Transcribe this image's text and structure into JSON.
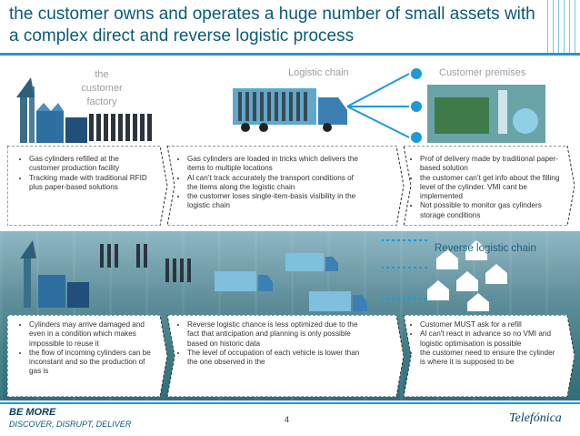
{
  "title": "the customer owns and operates a huge number of small assets with a complex direct and reverse logistic process",
  "top": {
    "factory_label": "the customer factory",
    "logistic_label": "Logistic chain",
    "premises_label": "Customer premises"
  },
  "reverse_label": "Reverse logistic chain",
  "top_bullets": {
    "col1": [
      "Gas cylinders refilled at the customer production facility",
      "Tracking made with traditional RFID plus paper-based solutions"
    ],
    "col2": [
      "Gas cylinders are loaded in tricks which delivers the items to multiple locations",
      "Al can’t track accurately the transport conditions of the items along the logistic chain",
      "the customer loses single-item-basis visibility in the logistic chain"
    ],
    "col3": [
      "Prof of delivery made by traditional paper-based solution",
      "the customer can’t get info about the filling level of the cylinder. VMI cant be implemented",
      "Not possible to monitor gas cylinders storage conditions"
    ]
  },
  "bottom_bullets": {
    "col1": [
      "Cylinders may arrive damaged and even in a condition which makes impossible to reuse it",
      "the flow of incoming cylinders can be inconstant and so the production of gas is"
    ],
    "col2": [
      "Reverse logistic chance is less optimized due to the fact that anticipation and planning is only possible based on historic data",
      "The level of occupation of each vehicle is lower than the one observed in the"
    ],
    "col3": [
      "Customer MUST ask for a refill",
      "Al can't react in advance so no VMI and logistic optimisation is possible",
      "the customer need to ensure the cylinder is where it is supposed to be"
    ]
  },
  "footer": {
    "slogan": "BE MORE",
    "tagline": "DISCOVER, DISRUPT, DELIVER",
    "page": "4",
    "brand": "Telefónica"
  }
}
